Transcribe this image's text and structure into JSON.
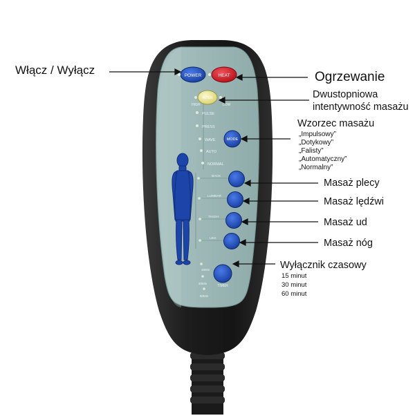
{
  "remote": {
    "buttons": {
      "power": "POWER",
      "heat": "HEAT",
      "intensity": "INTEN",
      "mode": "MODE",
      "timer": "TIMER"
    },
    "intensity_levels": [
      "HIGH",
      "LOW"
    ],
    "modes": [
      "PULSE",
      "PRESS",
      "WAVE",
      "AUTO",
      "NORMAL"
    ],
    "zones": [
      "BACK",
      "LUMBAR",
      "THIGH",
      "LEG"
    ],
    "timer_options": [
      "15Min",
      "30Min",
      "60Min"
    ]
  },
  "labels": {
    "power": "Włącz / Wyłącz",
    "heat": "Ogrzewanie",
    "intensity_line1": "Dwustopniowa",
    "intensity_line2": "intentywność masażu",
    "mode_title": "Wzorzec masażu",
    "mode_options": [
      "„Impulsowy”",
      "„Dotykowy”",
      "„Falisty”",
      "„Automatyczny”",
      "„Normalny”"
    ],
    "back": "Masaż plecy",
    "lumbar": "Masaż lędźwi",
    "thigh": "Masaż ud",
    "leg": "Masaż nóg",
    "timer_title": "Wyłącznik czasowy",
    "timer_options": [
      "15 minut",
      "30 minut",
      "60 minut"
    ]
  },
  "colors": {
    "panel": "#9ab5b4",
    "body": "#1e1e1e",
    "button_blue": "#1f4fc0",
    "button_red": "#d8202a",
    "button_yellow": "#ece88a",
    "led": "#d8e8d0"
  }
}
